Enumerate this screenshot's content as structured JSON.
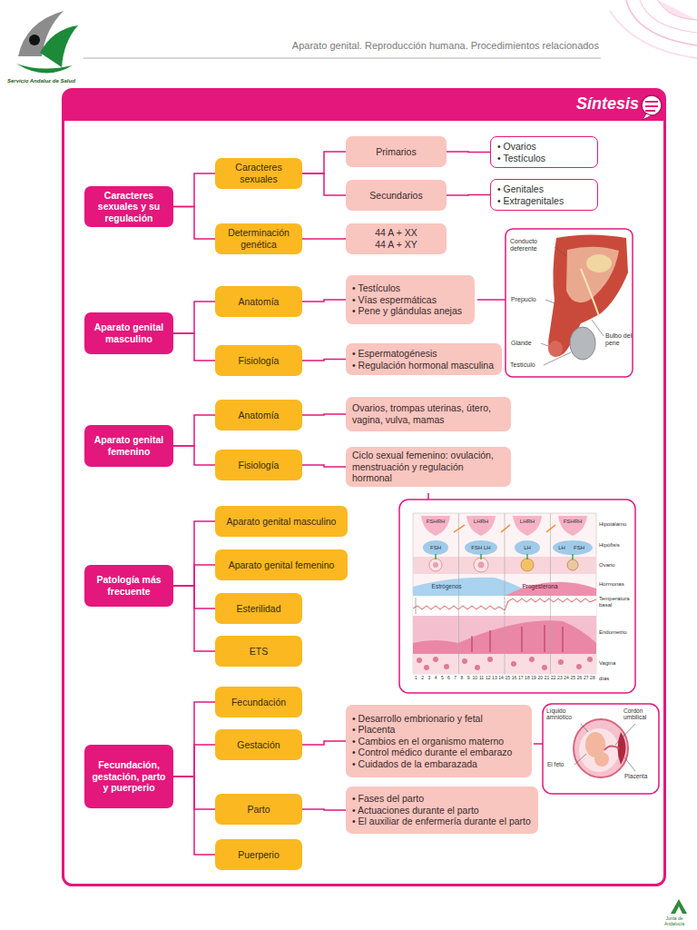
{
  "diagram": {
    "title": "Síntesis",
    "nodes": [
      {
        "text": [
          "Caracteres sexuales y su regulación"
        ]
      },
      {
        "text": [
          "Caracteres sexuales"
        ]
      },
      {
        "text": [
          "Primarios"
        ]
      },
      {
        "text": [
          "• Ovarios",
          "• Testículos"
        ]
      },
      {
        "text": [
          "Secundarios"
        ]
      },
      {
        "text": [
          "• Genitales",
          "• Extragenitales"
        ]
      },
      {
        "text": [
          "Determinación genética"
        ]
      },
      {
        "text": [
          "44 A + XX",
          "44 A + XY"
        ]
      },
      {
        "text": [
          "Aparato genital masculino"
        ]
      },
      {
        "text": [
          "Anatomía"
        ]
      },
      {
        "text": [
          "• Testículos",
          "• Vías espermáticas",
          "• Pene y glándulas anejas"
        ]
      },
      {
        "text": [
          "Fisiología"
        ]
      },
      {
        "text": [
          "• Espermatogénesis",
          "• Regulación hormonal masculina"
        ]
      },
      {
        "text": [
          "Aparato genital femenino"
        ]
      },
      {
        "text": [
          "Anatomía"
        ]
      },
      {
        "text": [
          "Ovarios, trompas uterinas, útero, vagina, vulva, mamas"
        ]
      },
      {
        "text": [
          "Fisiología"
        ]
      },
      {
        "text": [
          "Ciclo sexual femenino: ovulación, menstruación y regulación hormonal"
        ]
      },
      {
        "text": [
          "Patología más frecuente"
        ]
      },
      {
        "text": [
          "Aparato genital masculino"
        ]
      },
      {
        "text": [
          "Aparato genital femenino"
        ]
      },
      {
        "text": [
          "Esterilidad"
        ]
      },
      {
        "text": [
          "ETS"
        ]
      },
      {
        "text": [
          "Fecundación, gestación, parto y puerperio"
        ]
      },
      {
        "text": [
          "Fecundación"
        ]
      },
      {
        "text": [
          "Gestación"
        ]
      },
      {
        "text": [
          "• Desarrollo embrionario y fetal",
          "• Placenta",
          "• Cambios en el organismo materno",
          "• Control médico durante el embarazo",
          "• Cuidados de la embarazada"
        ]
      },
      {
        "text": [
          "Parto"
        ]
      },
      {
        "text": [
          "• Fases del parto",
          "• Actuaciones durante el parto",
          "• El auxiliar de enfermería durante el parto"
        ]
      },
      {
        "text": [
          "Puerperio"
        ]
      }
    ],
    "edges": [
      {
        "from": 0,
        "to": 1,
        "arrow": "none"
      },
      {
        "from": 1,
        "to": 2,
        "arrow": "none"
      },
      {
        "from": 1,
        "to": 4,
        "arrow": "none"
      },
      {
        "from": 2,
        "to": 3,
        "arrow": "none"
      },
      {
        "from": 4,
        "to": 5,
        "arrow": "none"
      },
      {
        "from": 0,
        "to": 6,
        "arrow": "none"
      },
      {
        "from": 6,
        "to": 7,
        "arrow": "none"
      },
      {
        "from": 8,
        "to": 9,
        "arrow": "none"
      },
      {
        "from": 8,
        "to": 11,
        "arrow": "none"
      },
      {
        "from": 9,
        "to": 10,
        "arrow": "none"
      },
      {
        "from": 11,
        "to": 12,
        "arrow": "none"
      },
      {
        "from": 13,
        "to": 14,
        "arrow": "none"
      },
      {
        "from": 13,
        "to": 16,
        "arrow": "none"
      },
      {
        "from": 14,
        "to": 15,
        "arrow": "none"
      },
      {
        "from": 16,
        "to": 17,
        "arrow": "none"
      },
      {
        "from": 18,
        "to": 19,
        "arrow": "none"
      },
      {
        "from": 18,
        "to": 20,
        "arrow": "none"
      },
      {
        "from": 18,
        "to": 21,
        "arrow": "none"
      },
      {
        "from": 18,
        "to": 22,
        "arrow": "none"
      },
      {
        "from": 23,
        "to": 24,
        "arrow": "none"
      },
      {
        "from": 23,
        "to": 25,
        "arrow": "none"
      },
      {
        "from": 23,
        "to": 27,
        "arrow": "none"
      },
      {
        "from": 23,
        "to": 29,
        "arrow": "none"
      },
      {
        "from": 25,
        "to": 26,
        "arrow": "none"
      },
      {
        "from": 27,
        "to": 28,
        "arrow": "none"
      }
    ],
    "labels": [
      "Servicio Andaluz de Salud",
      "Aparato genital. Reproducción humana. Procedimientos relacionados",
      "Conducto deferente",
      "Prepucio",
      "Glande",
      "Testículo",
      "Bulbo del pene",
      "Hipotálamo",
      "Hipófisis",
      "Ovario",
      "Hormonas",
      "Temperatura basal",
      "Endometrio",
      "Vagina",
      "días",
      "FSHRH",
      "LHRH",
      "LHRH",
      "FSHRH",
      "FSH",
      "FSH LH",
      "LH",
      "LH",
      "FSH",
      "Estrógenos",
      "Progesterona",
      "1",
      "2",
      "3",
      "4",
      "5",
      "6",
      "7",
      "8",
      "9",
      "10",
      "11",
      "12",
      "13",
      "14",
      "15",
      "16",
      "17",
      "18",
      "19",
      "20",
      "21",
      "22",
      "23",
      "24",
      "25",
      "26",
      "27",
      "28",
      "Líquido amniótico",
      "Cordón umbilical",
      "El feto",
      "Placenta",
      "Junta de Andalucía"
    ]
  }
}
